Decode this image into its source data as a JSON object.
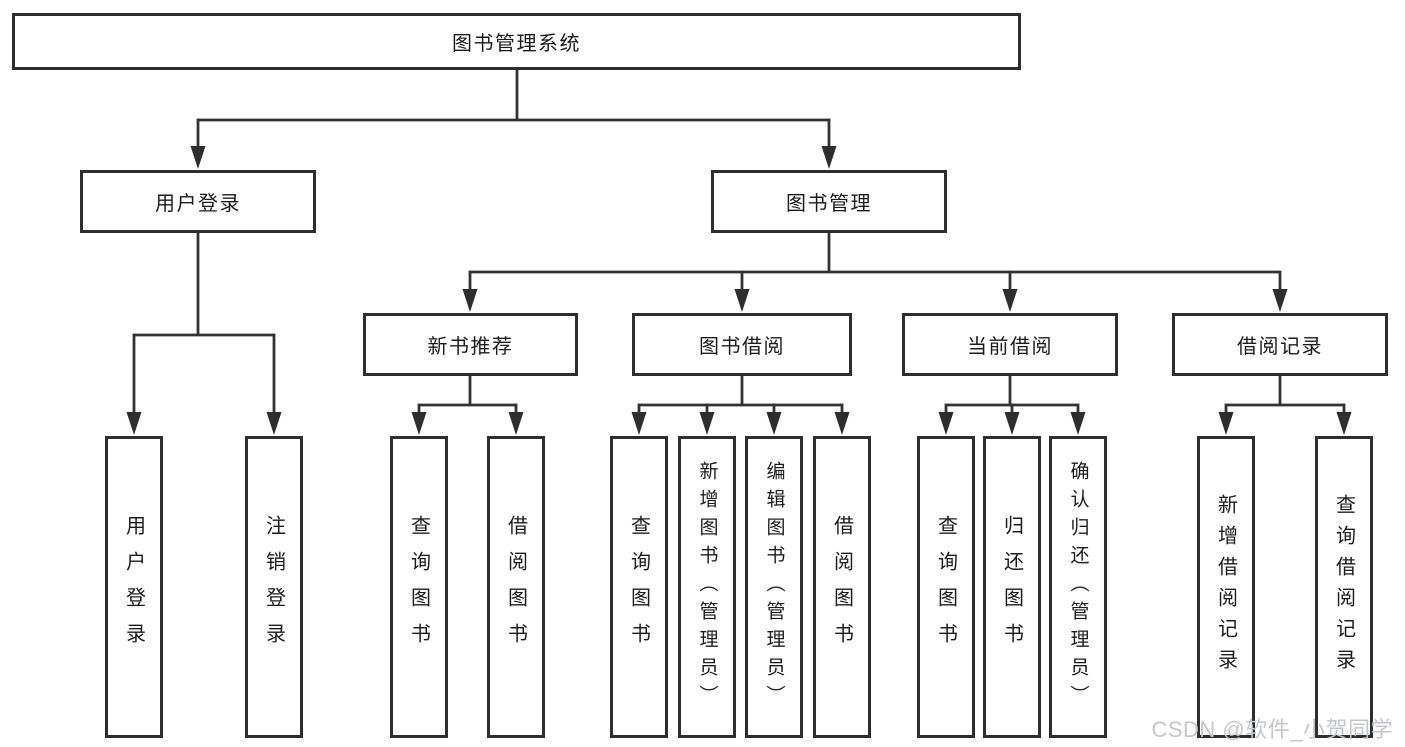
{
  "tree": {
    "root": {
      "label": "图书管理系统"
    },
    "branches": [
      {
        "label": "用户登录",
        "children": [
          {
            "label": "用户登录"
          },
          {
            "label": "注销登录"
          }
        ]
      },
      {
        "label": "图书管理",
        "children": [
          {
            "label": "新书推荐",
            "children": [
              {
                "label": "查询图书"
              },
              {
                "label": "借阅图书"
              }
            ]
          },
          {
            "label": "图书借阅",
            "children": [
              {
                "label": "查询图书"
              },
              {
                "label": "新增图书（管理员）"
              },
              {
                "label": "编辑图书（管理员）"
              },
              {
                "label": "借阅图书"
              }
            ]
          },
          {
            "label": "当前借阅",
            "children": [
              {
                "label": "查询图书"
              },
              {
                "label": "归还图书"
              },
              {
                "label": "确认归还（管理员）"
              }
            ]
          },
          {
            "label": "借阅记录",
            "children": [
              {
                "label": "新增借阅记录"
              },
              {
                "label": "查询借阅记录"
              }
            ]
          }
        ]
      }
    ]
  },
  "watermark": {
    "text": "CSDN @软件_小贺同学"
  },
  "colors": {
    "background": "#ffffff",
    "box_border": "#2e2e2e",
    "line": "#333333",
    "text": "#1c1c1c",
    "watermark": "#c5c6cc"
  }
}
